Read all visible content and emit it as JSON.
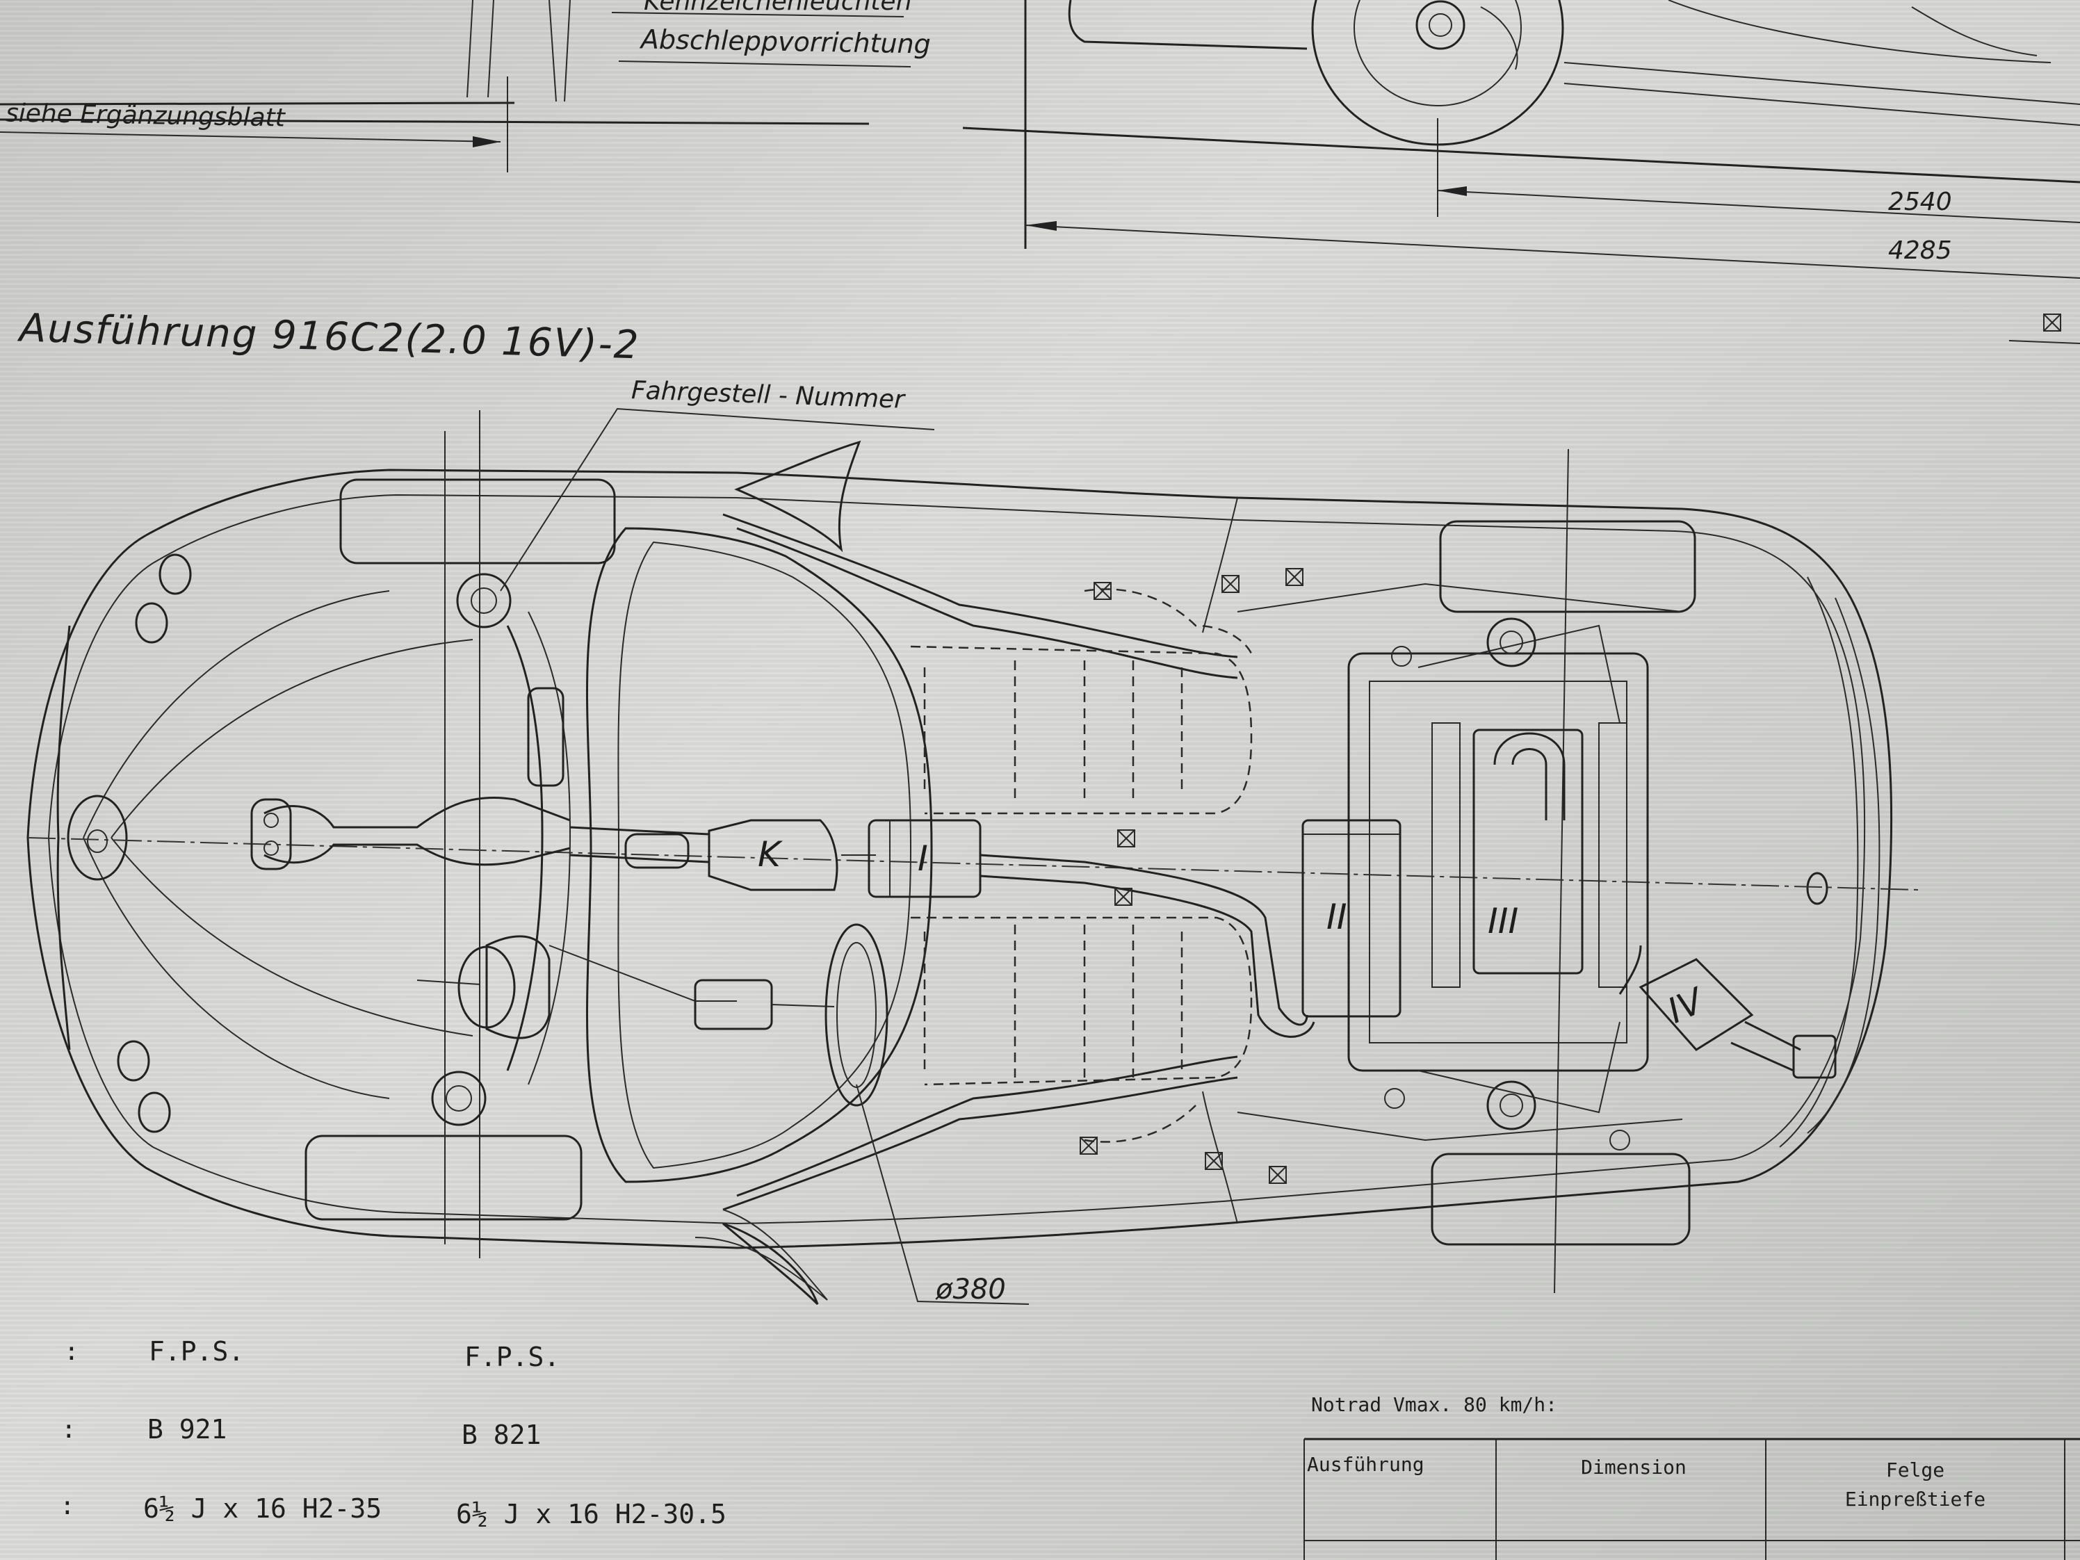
{
  "top_labels": {
    "partial_label": "Kennzeichenleuchten",
    "tow_label": "Abschleppvorrichtung",
    "supplement": "siehe Ergänzungsblatt"
  },
  "dimensions": {
    "wheelbase": "2540",
    "length": "4285"
  },
  "version_title": "Ausführung 916C2(2.0 16V)-2",
  "callouts": {
    "chassis_number": "Fahrgestell - Nummer",
    "steering_wheel": "ø380"
  },
  "components": {
    "catalyst": "K",
    "muffler_1": "I",
    "muffler_2": "II",
    "muffler_3": "III",
    "muffler_4": "IV"
  },
  "specs": {
    "rows": [
      {
        "bullet": ":",
        "col1": "F.P.S.",
        "col2": "F.P.S."
      },
      {
        "bullet": ":",
        "col1": "B 921",
        "col2": "B 821"
      },
      {
        "bullet": ":",
        "col1": "6½ J x 16 H2-35",
        "col2": "6½ J x 16 H2-30.5"
      }
    ]
  },
  "spare_wheel": {
    "note": "Notrad  Vmax. 80 km/h:",
    "headers": [
      "Ausführung",
      "Dimension",
      "Felge",
      "Einpreßtiefe"
    ]
  }
}
